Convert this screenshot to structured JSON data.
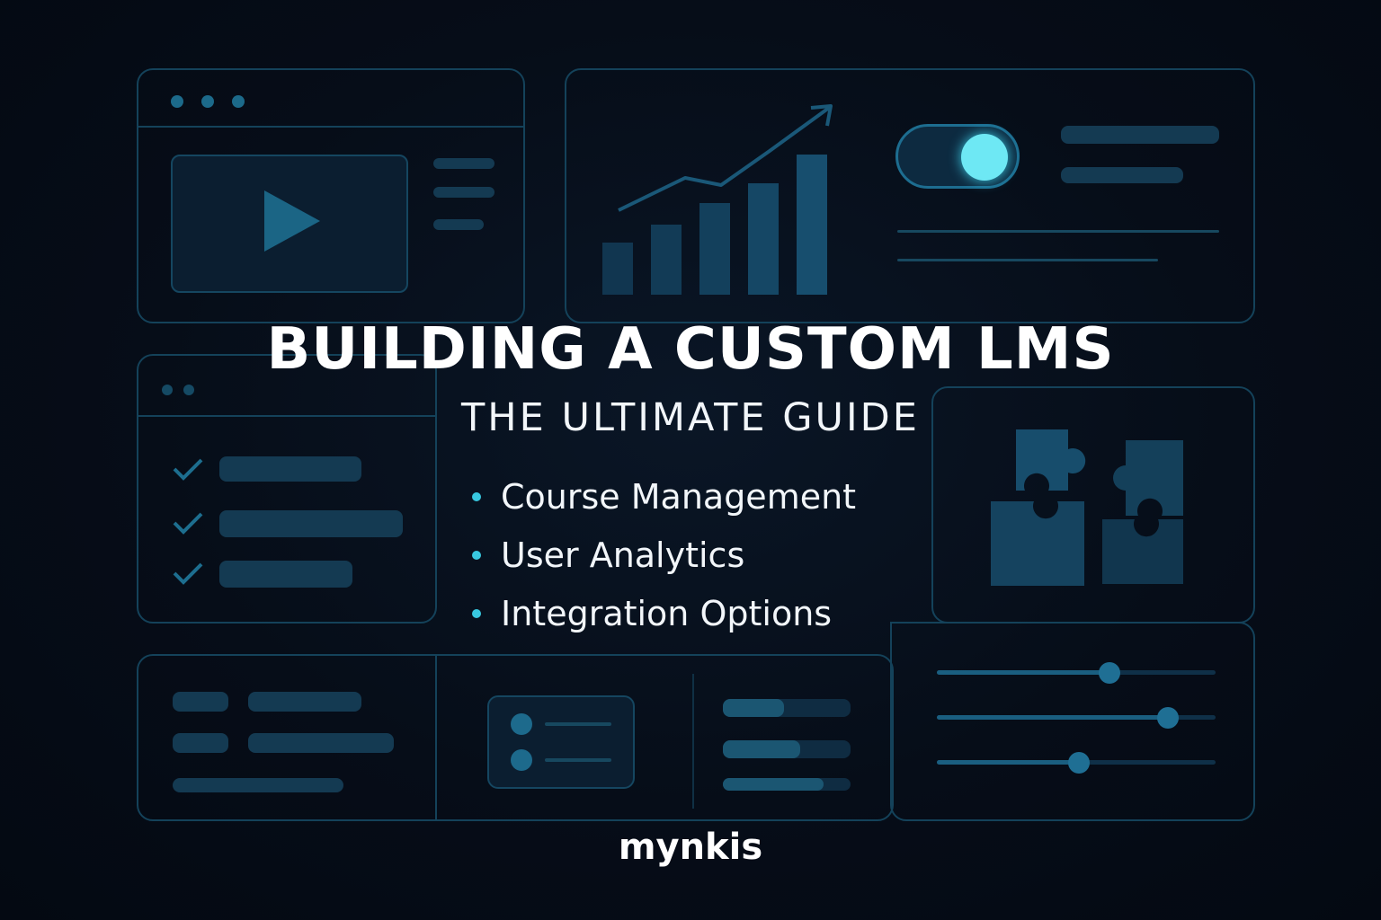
{
  "title": "BUILDING A CUSTOM LMS",
  "subtitle": "THE ULTIMATE GUIDE",
  "features": [
    "Course Management",
    "User Analytics",
    "Integration Options"
  ],
  "logo": "mynkis",
  "colors": {
    "background": "#060d18",
    "panel_border": "#14425a",
    "accent": "#38c8e0",
    "text": "#ffffff"
  },
  "icons": [
    "play-icon",
    "trend-arrow-icon",
    "toggle-knob-icon",
    "checkmark-icon",
    "puzzle-icon",
    "slider-knob-icon",
    "radio-dot-icon"
  ],
  "illustration": {
    "toggle_on": true,
    "checklist_checked": [
      true,
      true,
      true
    ],
    "slider_levels": [
      0.6,
      0.83,
      0.5
    ],
    "chart_bar_levels": [
      0.24,
      0.38,
      0.54,
      0.72,
      0.98
    ]
  }
}
